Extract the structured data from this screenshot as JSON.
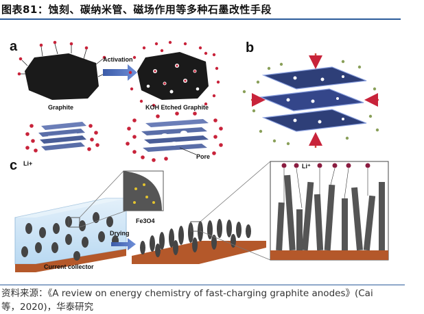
{
  "title": "图表81：蚀刻、碳纳米管、磁场作用等多种石墨改性手段",
  "figure": {
    "panel_a": {
      "label": "a",
      "arrow_label": "Activation",
      "left_caption": "Graphite",
      "right_caption": "KOH Etched Graphite",
      "ion_label": "Li+",
      "pore_label": "Pore"
    },
    "panel_b": {
      "label": "b"
    },
    "panel_c": {
      "label": "c",
      "inset_label": "Fe3O4",
      "arrow_label": "Drying",
      "collector_label": "Current collector",
      "ion_label": "Li⁺"
    }
  },
  "source": {
    "line1": "资料来源：《A review on energy chemistry of fast-charging graphite anodes》(Cai",
    "line2": "等，2020)，华泰研究"
  },
  "colors": {
    "accent_rule": "#2a5a9a",
    "li_ion": "#c8233a",
    "graphite": "#1a1a1a",
    "collector": "#b4582a",
    "sheet_blue": "#3b57a8"
  }
}
